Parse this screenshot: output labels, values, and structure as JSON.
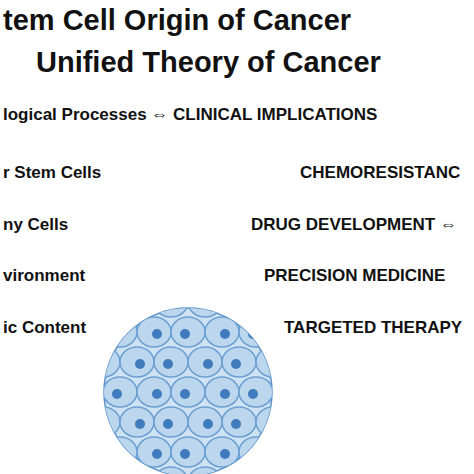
{
  "diagram": {
    "title": "tem Cell Origin of Cancer",
    "labels": [
      "Unified Theory of Cancer",
      "logical Processes ⇔ CLINICAL IMPLICATIONS",
      "r Stem Cells",
      "CHEMORESISTANC",
      "ny Cells",
      "DRUG DEVELOPMENT ⇔",
      "vironment",
      "PRECISION MEDICINE",
      "ic Content",
      "TARGETED THERAPY"
    ]
  }
}
